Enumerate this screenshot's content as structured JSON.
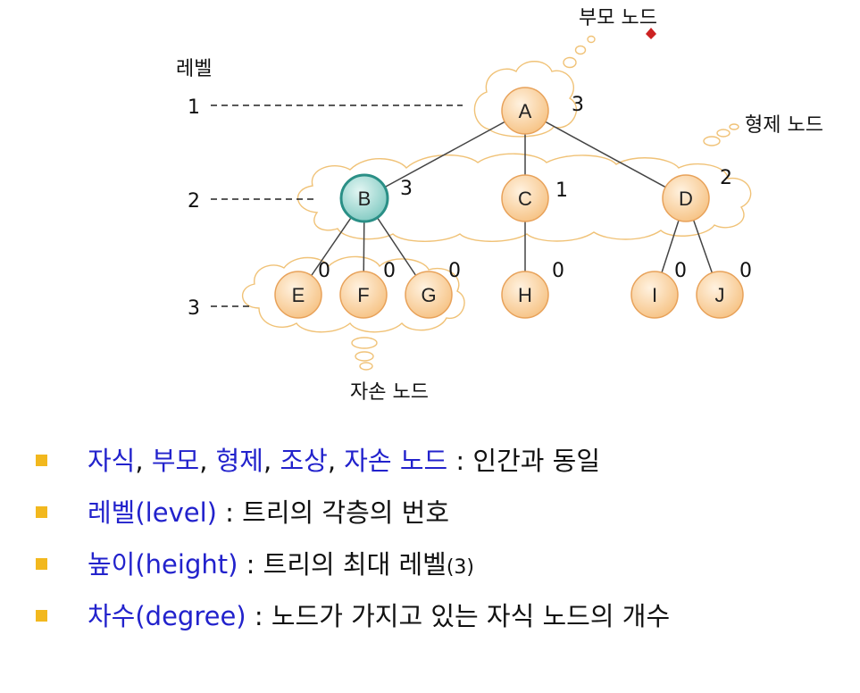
{
  "diagram": {
    "level_title": "레벨",
    "levels": [
      "1",
      "2",
      "3"
    ],
    "callouts": {
      "parent": "부모 노드",
      "sibling": "형제 노드",
      "descendant": "자손 노드"
    },
    "nodes": [
      {
        "id": "A",
        "degree": "3",
        "highlight": false
      },
      {
        "id": "B",
        "degree": "3",
        "highlight": true
      },
      {
        "id": "C",
        "degree": "1",
        "highlight": false
      },
      {
        "id": "D",
        "degree": "2",
        "highlight": false
      },
      {
        "id": "E",
        "degree": "0",
        "highlight": false
      },
      {
        "id": "F",
        "degree": "0",
        "highlight": false
      },
      {
        "id": "G",
        "degree": "0",
        "highlight": false
      },
      {
        "id": "H",
        "degree": "0",
        "highlight": false
      },
      {
        "id": "I",
        "degree": "0",
        "highlight": false
      },
      {
        "id": "J",
        "degree": "0",
        "highlight": false
      }
    ],
    "edges": [
      [
        "A",
        "B"
      ],
      [
        "A",
        "C"
      ],
      [
        "A",
        "D"
      ],
      [
        "B",
        "E"
      ],
      [
        "B",
        "F"
      ],
      [
        "B",
        "G"
      ],
      [
        "C",
        "H"
      ],
      [
        "D",
        "I"
      ],
      [
        "D",
        "J"
      ]
    ],
    "colors": {
      "node_fill": "#f9c98a",
      "node_stroke": "#e8a25a",
      "highlight_fill": "#8ccfc8",
      "highlight_stroke": "#2a8f86",
      "bullet": "#f2b81e",
      "term": "#2222cc",
      "parent_dot": "#cc2222"
    }
  },
  "bullets": [
    {
      "terms": [
        {
          "text": "자식",
          "blue": true
        },
        {
          "text": ", ",
          "blue": false
        },
        {
          "text": "부모",
          "blue": true
        },
        {
          "text": ", ",
          "blue": false
        },
        {
          "text": "형제",
          "blue": true
        },
        {
          "text": ", ",
          "blue": false
        },
        {
          "text": "조상",
          "blue": true
        },
        {
          "text": ", ",
          "blue": false
        },
        {
          "text": "자손 노드",
          "blue": true
        }
      ],
      "desc": " : 인간과 동일"
    },
    {
      "term": "레벨(level)",
      "desc": " : 트리의 각층의 번호"
    },
    {
      "term": "높이(height)",
      "desc": " : 트리의 최대 레벨",
      "desc_small": "(3)"
    },
    {
      "term": "차수(degree)",
      "desc": " : 노드가 가지고 있는 자식 노드의 개수"
    }
  ]
}
